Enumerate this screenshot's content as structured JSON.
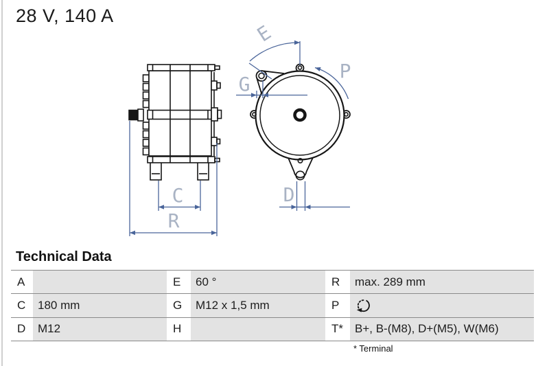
{
  "header": {
    "spec": "28 V, 140 A"
  },
  "drawing": {
    "description": "alternator technical drawing, side view and drive-end view",
    "dimension_labels": {
      "e": "E",
      "g": "G",
      "p": "P",
      "c": "C",
      "r": "R",
      "d": "D"
    },
    "colors": {
      "outline": "#161616",
      "dimension_line": "#4a659a",
      "dimension_label": "#a9b3c4"
    }
  },
  "technical_data": {
    "heading": "Technical Data",
    "rows": [
      {
        "c1_key": "A",
        "c1_val": "",
        "c2_key": "E",
        "c2_val": "60 °",
        "c3_key": "R",
        "c3_val": "max. 289 mm"
      },
      {
        "c1_key": "C",
        "c1_val": "180 mm",
        "c2_key": "G",
        "c2_val": "M12 x 1,5 mm",
        "c3_key": "P",
        "c3_val": ""
      },
      {
        "c1_key": "D",
        "c1_val": "M12",
        "c2_key": "H",
        "c2_val": "",
        "c3_key": "T*",
        "c3_val": "B+, B-(M8), D+(M5), W(M6)"
      }
    ],
    "rotation_icon": "clockwise-rotation",
    "footnote": "* Terminal",
    "colors": {
      "value_cell_bg": "#e3e3e3",
      "rule": "#8a8a8a"
    }
  }
}
